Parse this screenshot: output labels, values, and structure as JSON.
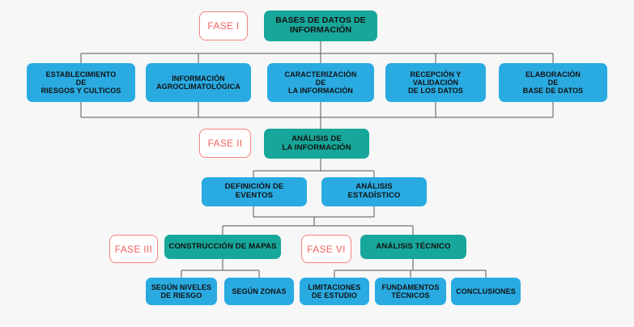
{
  "diagram": {
    "title_node": {
      "label": "BASES DE DATOS DE\nINFORMACIÓN"
    },
    "phases": [
      {
        "id": "fase-1",
        "label": "FASE I"
      },
      {
        "id": "fase-2",
        "label": "FASE II"
      },
      {
        "id": "fase-3",
        "label": "FASE III"
      },
      {
        "id": "fase-6",
        "label": "FASE VI"
      }
    ],
    "nodes": {
      "bases_datos": "BASES DE DATOS DE INFORMACIÓN",
      "establecimiento": "ESTABLECIMIENTO DE RIESGOS Y CULTICOS",
      "informacion_agro": "INFORMACIÓN AGROCLIMATOLÓGICA",
      "caracterizacion": "CARACTERIZACIÓN DE LA INFORMACIÓN",
      "recepcion": "RECEPCIÓN Y VALIDACIÓN DE LOS DATOS",
      "elaboracion": "ELABORACIÓN DE BASE DE DATOS",
      "analisis_informacion": "ANÁLISIS DE LA INFORMACIÓN",
      "definicion_eventos": "DEFINICIÓN DE EVENTOS",
      "analisis_estadistico": "ANÁLISIS ESTADÍSTICO",
      "construccion_mapas": "CONSTRUCCIÓN DE MAPAS",
      "analisis_tecnico": "ANÁLISIS TÉCNICO",
      "segun_niveles": "SEGÚN NIVELES DE RIESGO",
      "segun_zonas": "SEGÚN ZONAS",
      "limitaciones": "LIMITACIONES DE ESTUDIO",
      "fundamentos": "FUNDAMENTOS TÉCNICOS",
      "conclusiones": "CONCLUSIONES"
    },
    "lines": {
      "bases_datos_l1": "BASES DE DATOS DE",
      "bases_datos_l2": "INFORMACIÓN",
      "establecimiento_l1": "ESTABLECIMIENTO",
      "establecimiento_l2": "DE",
      "establecimiento_l3": "RIESGOS Y CULTICOS",
      "informacion_agro_l1": "INFORMACIÓN",
      "informacion_agro_l2": "AGROCLIMATOLÓGICA",
      "caracterizacion_l1": "CARACTERIZACIÓN",
      "caracterizacion_l2": "DE",
      "caracterizacion_l3": "LA INFORMACIÓN",
      "recepcion_l1": "RECEPCIÓN Y",
      "recepcion_l2": "VALIDACIÓN",
      "recepcion_l3": "DE LOS DATOS",
      "elaboracion_l1": "ELABORACIÓN",
      "elaboracion_l2": "DE",
      "elaboracion_l3": "BASE DE DATOS",
      "analisis_informacion_l1": "ANÁLISIS DE",
      "analisis_informacion_l2": "LA INFORMACIÓN",
      "definicion_eventos_l1": "DEFINICIÓN DE",
      "definicion_eventos_l2": "EVENTOS",
      "analisis_estadistico_l1": "ANÁLISIS",
      "analisis_estadistico_l2": "ESTADÍSTICO",
      "construccion_mapas_l1": "CONSTRUCCIÓN DE MAPAS",
      "analisis_tecnico_l1": "ANÁLISIS TÉCNICO",
      "segun_niveles_l1": "SEGÚN NIVELES",
      "segun_niveles_l2": "DE RIESGO",
      "segun_zonas_l1": "SEGÚN ZONAS",
      "limitaciones_l1": "LIMITACIONES",
      "limitaciones_l2": "DE ESTUDIO",
      "fundamentos_l1": "FUNDAMENTOS",
      "fundamentos_l2": "TÉCNICOS",
      "conclusiones_l1": "CONCLUSIONES"
    },
    "colors": {
      "teal": "#17a79a",
      "blue": "#29abe2",
      "phase_border": "#f4817c",
      "phase_text": "#f4635e",
      "connector": "#555555",
      "background": "#f7f7f7",
      "node_text": "#111111"
    }
  }
}
